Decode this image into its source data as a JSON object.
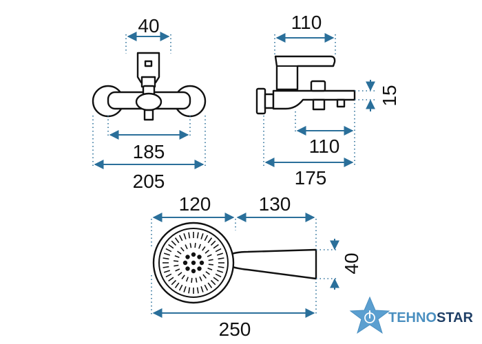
{
  "dimensions": {
    "mixer_front": {
      "top": "40",
      "inner": "185",
      "outer": "205"
    },
    "mixer_side": {
      "top": "110",
      "height": "15",
      "bottom": "110",
      "overall": "175"
    },
    "hand_shower": {
      "head": "120",
      "handle": "130",
      "height": "40",
      "total": "250"
    }
  },
  "brand": {
    "name_part1": "TEHNO",
    "name_part2": "STAR",
    "color_part1": "#4a8fc0",
    "color_part2": "#1f3f66",
    "icon": "star-power-icon"
  },
  "colors": {
    "dimension": "#2a6f9a",
    "outline": "#111111"
  }
}
